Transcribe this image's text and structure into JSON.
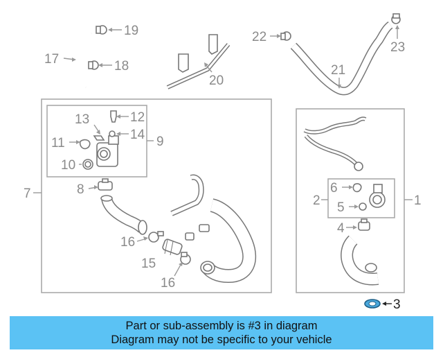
{
  "callouts": {
    "c1": "1",
    "c2": "2",
    "c3": "3",
    "c4": "4",
    "c5": "5",
    "c6": "6",
    "c7": "7",
    "c8": "8",
    "c9": "9",
    "c10": "10",
    "c11": "11",
    "c12": "12",
    "c13": "13",
    "c14": "14",
    "c15": "15",
    "c16a": "16",
    "c16b": "16",
    "c17": "17",
    "c18": "18",
    "c19": "19",
    "c20": "20",
    "c21": "21",
    "c22": "22",
    "c23": "23"
  },
  "highlight_part": "3",
  "banner": {
    "line1": "Part or sub-assembly is #3 in diagram",
    "line2": "Diagram may not be specific to your vehicle"
  },
  "colors": {
    "banner": "#5bc2f4",
    "highlight_part": "#4aa8dc",
    "line": "#9a9a9a"
  }
}
